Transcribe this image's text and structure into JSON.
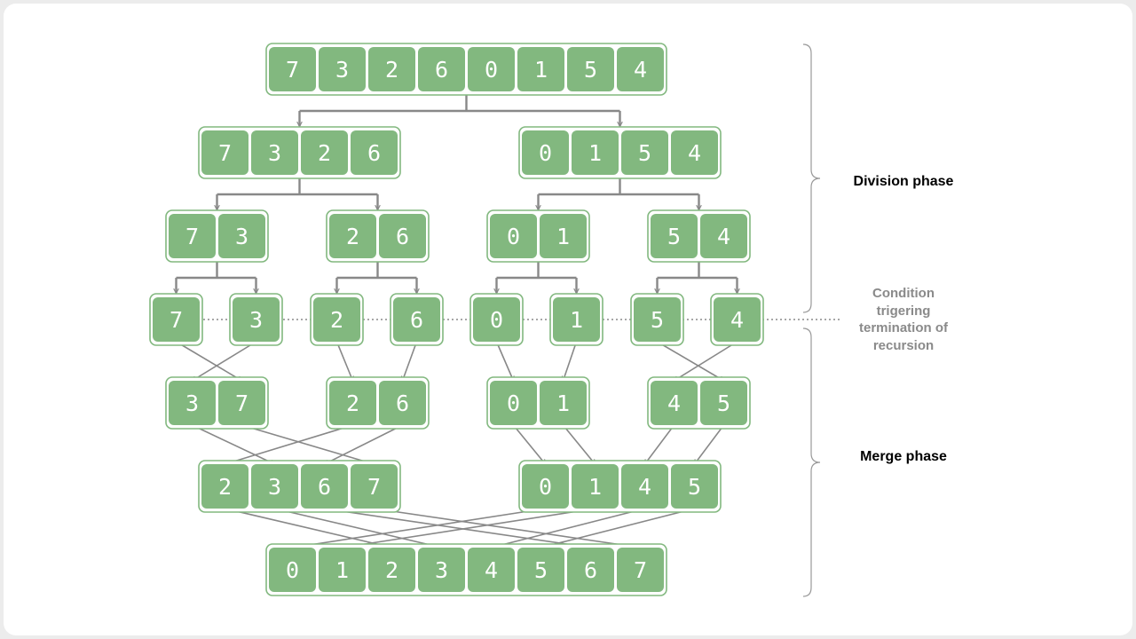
{
  "colors": {
    "cell_fill": "#82b87f",
    "cell_border": "#82b87f",
    "group_border": "#82b87f",
    "cell_text": "#ffffff",
    "arrow": "#888888",
    "brace": "#999999",
    "dotted_line": "#8a8a8a"
  },
  "labels": {
    "division_phase": "Division phase",
    "merge_phase": "Merge phase",
    "condition": "Condition\ntrigering\ntermination of\nrecursion"
  },
  "levels": [
    {
      "phase": "division",
      "groups": [
        [
          7,
          3,
          2,
          6,
          0,
          1,
          5,
          4
        ]
      ]
    },
    {
      "phase": "division",
      "groups": [
        [
          7,
          3,
          2,
          6
        ],
        [
          0,
          1,
          5,
          4
        ]
      ]
    },
    {
      "phase": "division",
      "groups": [
        [
          7,
          3
        ],
        [
          2,
          6
        ],
        [
          0,
          1
        ],
        [
          5,
          4
        ]
      ]
    },
    {
      "phase": "base",
      "groups": [
        [
          7
        ],
        [
          3
        ],
        [
          2
        ],
        [
          6
        ],
        [
          0
        ],
        [
          1
        ],
        [
          5
        ],
        [
          4
        ]
      ]
    },
    {
      "phase": "merge",
      "groups": [
        [
          3,
          7
        ],
        [
          2,
          6
        ],
        [
          0,
          1
        ],
        [
          4,
          5
        ]
      ]
    },
    {
      "phase": "merge",
      "groups": [
        [
          2,
          3,
          6,
          7
        ],
        [
          0,
          1,
          4,
          5
        ]
      ]
    },
    {
      "phase": "merge",
      "groups": [
        [
          0,
          1,
          2,
          3,
          4,
          5,
          6,
          7
        ]
      ]
    }
  ]
}
